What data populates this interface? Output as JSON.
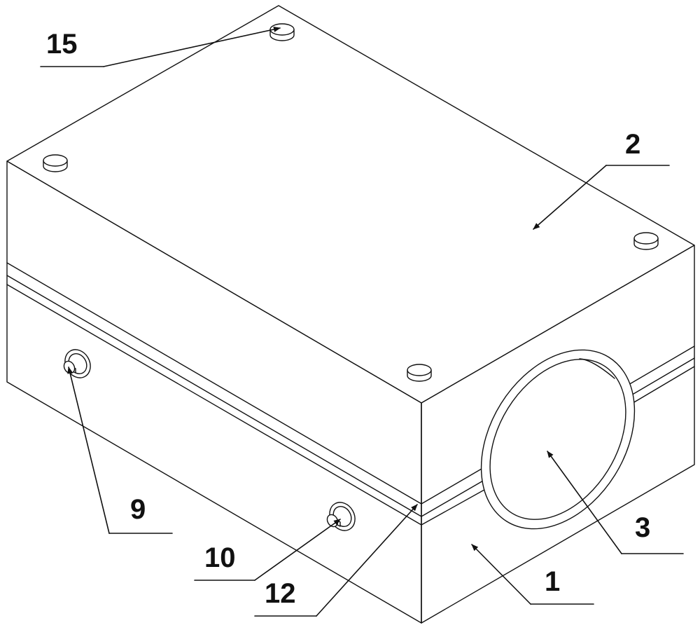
{
  "figure": {
    "colors": {
      "line": "#111111",
      "background": "#ffffff"
    },
    "callouts": [
      {
        "id": "c15",
        "label": "15",
        "target": "top-bolt"
      },
      {
        "id": "c2",
        "label": "2",
        "target": "upper-housing"
      },
      {
        "id": "c9",
        "label": "9",
        "target": "side-fitting-left"
      },
      {
        "id": "c10",
        "label": "10",
        "target": "side-fitting-right"
      },
      {
        "id": "c12",
        "label": "12",
        "target": "seam-strip"
      },
      {
        "id": "c3",
        "label": "3",
        "target": "bore"
      },
      {
        "id": "c1",
        "label": "1",
        "target": "lower-housing"
      }
    ]
  }
}
